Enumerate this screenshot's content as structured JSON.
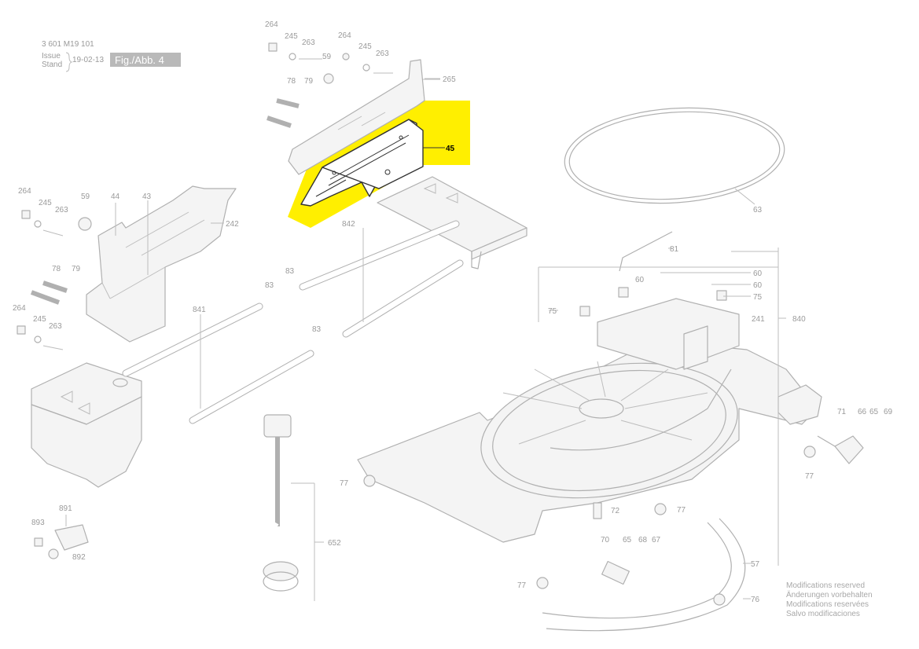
{
  "header": {
    "doc_number": "3 601 M19 101",
    "issue_label_en": "Issue",
    "issue_label_de": "Stand",
    "issue_date": "19-02-13",
    "figure_label": "Fig./Abb. 4"
  },
  "highlight": {
    "part_number": "45",
    "color": "#ffef00"
  },
  "notice_lines": [
    "Modifications reserved",
    "Änderungen vorbehalten",
    "Modifications reservées",
    "Salvo modificaciones"
  ],
  "part_labels": [
    "264",
    "245",
    "263",
    "59",
    "264",
    "245",
    "263",
    "78",
    "79",
    "265",
    "264",
    "245",
    "263",
    "59",
    "44",
    "43",
    "242",
    "78",
    "79",
    "264",
    "245",
    "263",
    "842",
    "83",
    "83",
    "83",
    "841",
    "63",
    "81",
    "60",
    "60",
    "60",
    "75",
    "75",
    "840",
    "241",
    "71",
    "66",
    "65",
    "69",
    "77",
    "77",
    "77",
    "72",
    "70",
    "65",
    "68",
    "67",
    "77",
    "57",
    "76",
    "652",
    "891",
    "893",
    "892"
  ]
}
